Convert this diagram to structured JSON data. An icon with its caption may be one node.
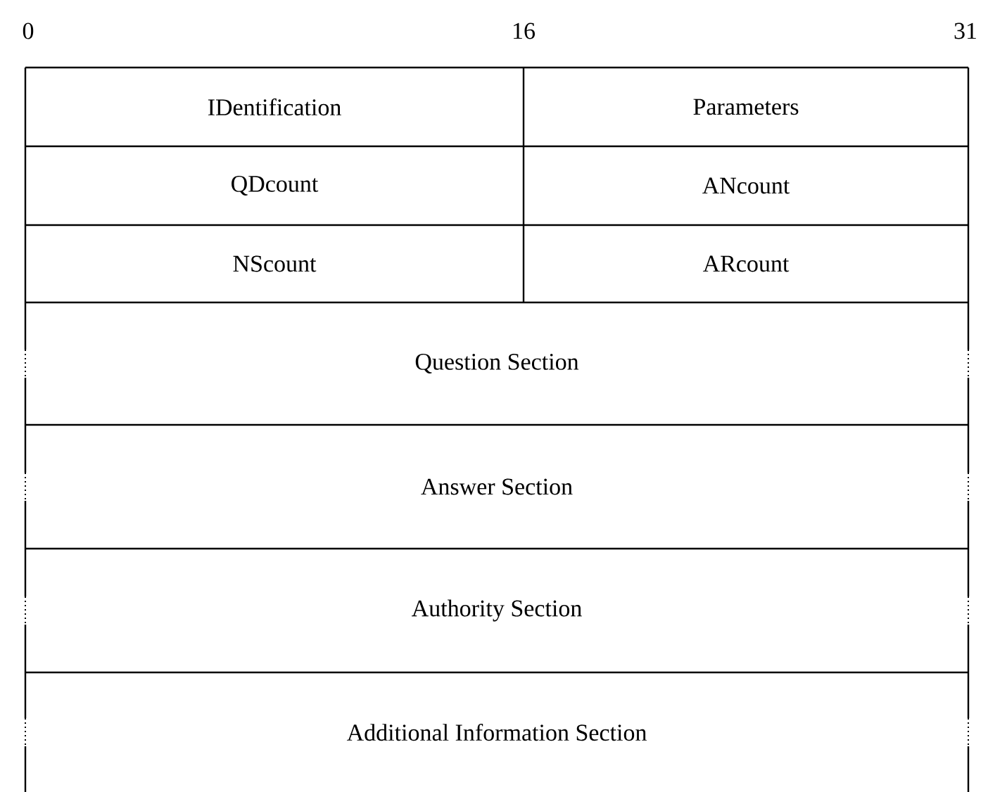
{
  "diagram": {
    "nodes": [
      {
        "text": [
          "IDentification"
        ]
      },
      {
        "text": [
          "Parameters"
        ]
      },
      {
        "text": [
          "QDcount"
        ]
      },
      {
        "text": [
          "ANcount"
        ]
      },
      {
        "text": [
          "NScount"
        ]
      },
      {
        "text": [
          "ARcount"
        ]
      },
      {
        "text": [
          "Question Section"
        ]
      },
      {
        "text": [
          "Answer Section"
        ]
      },
      {
        "text": [
          "Authority Section"
        ]
      },
      {
        "text": [
          "Additional Information  Section"
        ]
      }
    ],
    "labels": [
      "0",
      "16",
      "31"
    ]
  }
}
